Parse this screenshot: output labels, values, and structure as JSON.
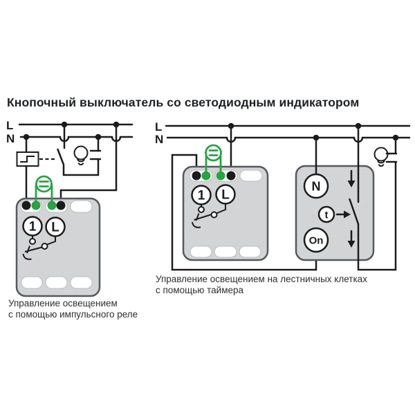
{
  "title": "Кнопочный выключатель со светодиодным индикатором",
  "colors": {
    "line": "#1b1b1b",
    "led_green": "#29a343",
    "device_fill": "#d3d4d6",
    "device_border": "#55585c",
    "slot_fill": "#ffffff",
    "background": "#ffffff"
  },
  "left_diagram": {
    "l_label": "L",
    "n_label": "N",
    "button": {
      "terminal_1": "1",
      "terminal_l": "L"
    },
    "caption_line1": "Управление освещением",
    "caption_line2": "с помощью импульсного реле"
  },
  "right_diagram": {
    "l_label": "L",
    "n_label": "N",
    "button": {
      "terminal_1": "1",
      "terminal_l": "L"
    },
    "timer": {
      "n_label": "N",
      "t_label": "t",
      "on_label": "On"
    },
    "caption_line1": "Управление освещением на лестничных клетках",
    "caption_line2": "с помощью таймера"
  }
}
